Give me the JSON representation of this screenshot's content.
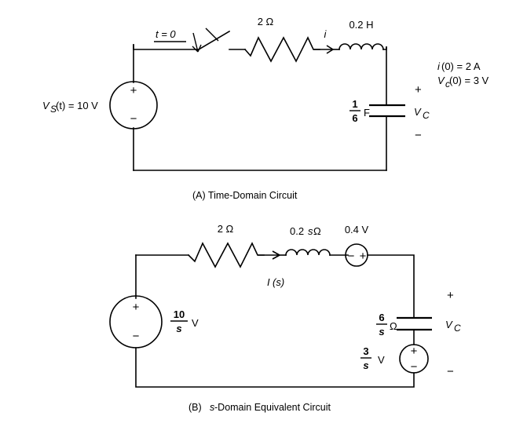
{
  "figure": {
    "title_a": "(A)  Time-Domain Circuit",
    "title_b_prefix": "(B)  ",
    "title_b_italic": "s",
    "title_b_rest": "-Domain Equivalent Circuit"
  },
  "time_domain": {
    "switch_label": "t = 0",
    "resistor_label": "2 Ω",
    "current_label": "i",
    "inductor_label": "0.2 H",
    "source_label_italic": "V",
    "source_label_sub": "S",
    "source_label_rest": "(t) = 10 V",
    "source_plus": "+",
    "source_minus": "−",
    "capacitor_num": "1",
    "capacitor_den": "6",
    "capacitor_unit": "F",
    "cap_voltage_italic": "V",
    "cap_voltage_sub": "C",
    "cap_plus": "+",
    "cap_minus": "−",
    "initial_conditions": {
      "line1_italic": "i",
      "line1_rest": "(0) = 2 A",
      "line2_italic": "V",
      "line2_sub": "c",
      "line2_rest": "(0) = 3 V"
    }
  },
  "s_domain": {
    "resistor_label": "2 Ω",
    "inductor_label": "0.2sΩ",
    "inductor_label_num": "0.2",
    "inductor_label_s": "s",
    "inductor_label_ohm": "Ω",
    "ic_source_label": "0.4 V",
    "ic_source_minus": "−",
    "ic_source_plus": "+",
    "current_label_italic": "I",
    "current_label_rest": "(s)",
    "source_num": "10",
    "source_den": "s",
    "source_unit": "V",
    "source_plus": "+",
    "source_minus": "−",
    "cap_imp_num": "6",
    "cap_imp_den": "s",
    "cap_imp_unit": "Ω",
    "cap_ic_num": "3",
    "cap_ic_den": "s",
    "cap_ic_unit": "V",
    "cap_ic_plus": "+",
    "cap_ic_minus": "−",
    "out_voltage_italic": "V",
    "out_voltage_sub": "C",
    "out_plus": "+",
    "out_minus": "−"
  },
  "colors": {
    "ink": "#000000",
    "paper": "#ffffff"
  }
}
